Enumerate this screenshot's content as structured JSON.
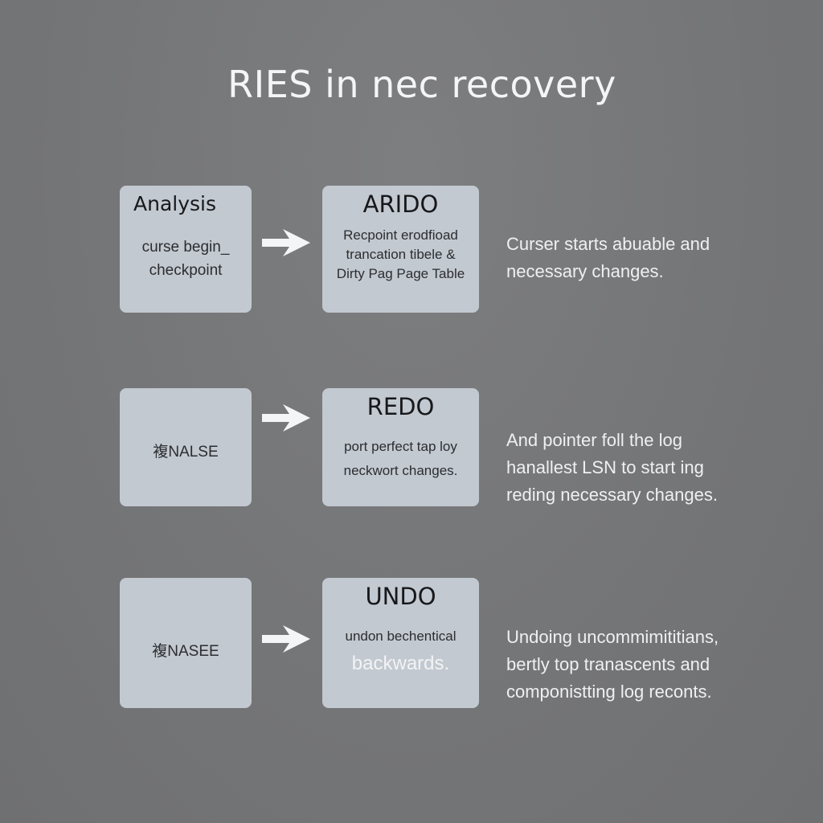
{
  "title": "RIES in nec recovery",
  "rows": [
    {
      "left": {
        "heading": "Analysis",
        "lines": [
          "curse begin_",
          "checkpoint"
        ]
      },
      "mid": {
        "heading": "ARIDO",
        "lines": [
          "Recpoint erodfioad",
          "trancation tibele &",
          "Dirty Pag Page Table"
        ]
      },
      "desc": [
        "Curser starts abuable and",
        "necessary changes."
      ]
    },
    {
      "left": {
        "label": "複NALSE"
      },
      "mid": {
        "heading": "REDO",
        "lines": [
          "port perfect tap loy",
          "neckwort changes."
        ]
      },
      "desc": [
        "And pointer foll the log",
        "hanallest LSN to start ing",
        "reding necessary changes."
      ]
    },
    {
      "left": {
        "label": "複NASEE"
      },
      "mid": {
        "heading": "UNDO",
        "lines": [
          "undon bechentical"
        ],
        "emphasis": "backwards."
      },
      "desc": [
        "Undoing uncommimititians,",
        "bertly top tranascents and",
        "componistting log reconts."
      ]
    }
  ],
  "colors": {
    "background": "#767779",
    "box": "#c3c9d0",
    "arrow": "#f4f5f6",
    "text_light": "#eef0f2"
  },
  "icons": {
    "arrow": "right-arrow-icon"
  }
}
